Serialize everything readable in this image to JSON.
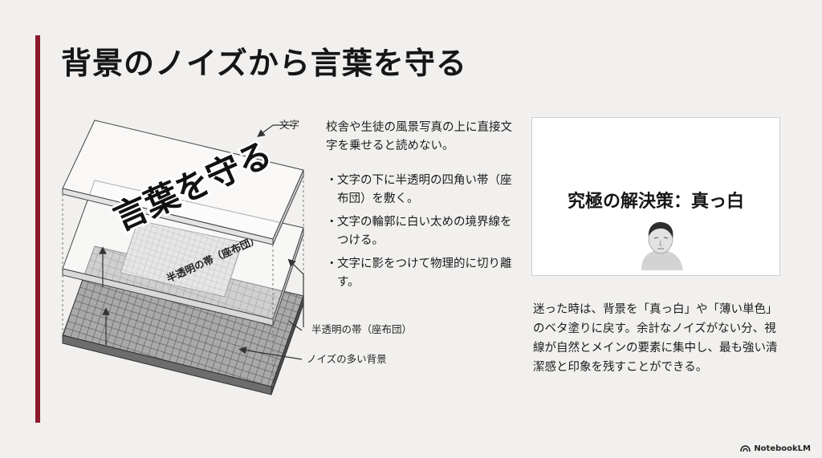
{
  "title": "背景のノイズから言葉を守る",
  "diagram": {
    "top_text": "言葉を守る",
    "band_text": "半透明の帯（座布団）",
    "label_text": "文字",
    "label_band": "半透明の帯（座布団）",
    "label_noise": "ノイズの多い背景"
  },
  "points": {
    "intro": "校舎や生徒の風景写真の上に直接文字を乗せると読めない。",
    "bullet": "・",
    "items": [
      "文字の下に半透明の四角い帯（座布団）を敷く。",
      "文字の輪郭に白い太めの境界線をつける。",
      "文字に影をつけて物理的に切り離す。"
    ]
  },
  "solution": {
    "title": "究極の解決策：真っ白",
    "icon": "thinking-face-icon",
    "text": "迷った時は、背景を「真っ白」や「薄い単色」のベタ塗りに戻す。余計なノイズがない分、視線が自然とメインの要素に集中し、最も強い清潔感と印象を残すことができる。"
  },
  "brand": {
    "label": "NotebookLM",
    "icon": "notebooklm-icon"
  },
  "colors": {
    "accent": "#8b1a2b",
    "background": "#f1f0ee"
  }
}
